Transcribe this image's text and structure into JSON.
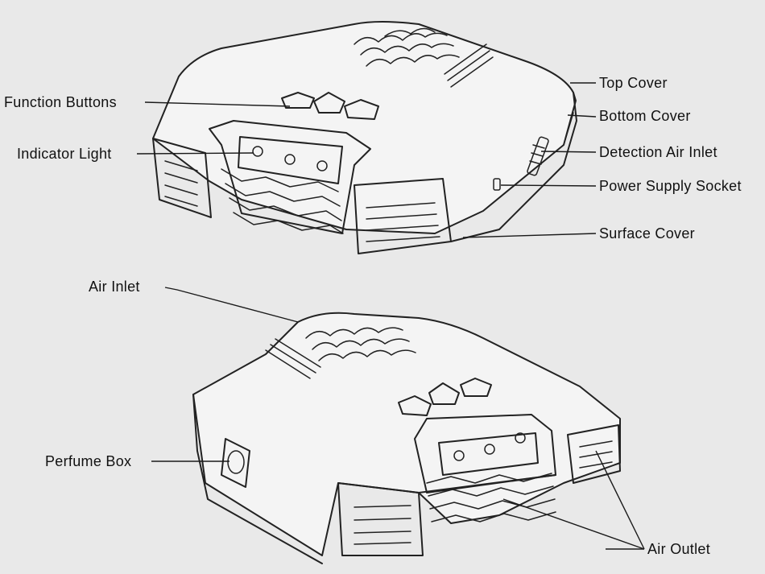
{
  "labels": {
    "function_buttons": "Function Buttons",
    "indicator_light": "Indicator Light",
    "top_cover": "Top Cover",
    "bottom_cover": "Bottom Cover",
    "detection_air_inlet": "Detection Air Inlet",
    "power_supply_socket": "Power Supply Socket",
    "surface_cover": "Surface Cover",
    "air_inlet": "Air Inlet",
    "perfume_box": "Perfume Box",
    "air_outlet": "Air Outlet"
  },
  "colors": {
    "background": "#e9e9e9",
    "line": "#222222",
    "text": "#111111"
  }
}
